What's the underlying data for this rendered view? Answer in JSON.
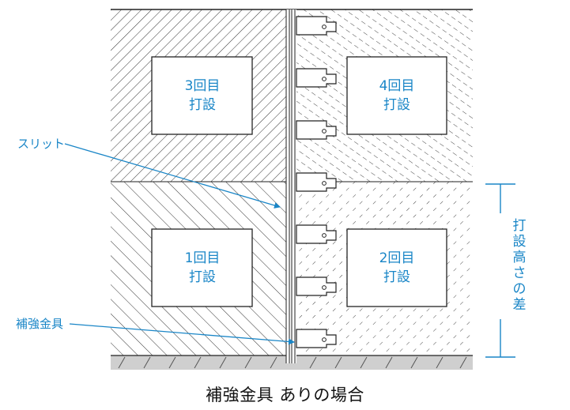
{
  "caption": "補強金具 ありの場合",
  "blocks": [
    {
      "line1": "3回目",
      "line2": "打設"
    },
    {
      "line1": "4回目",
      "line2": "打設"
    },
    {
      "line1": "1回目",
      "line2": "打設"
    },
    {
      "line1": "2回目",
      "line2": "打設"
    }
  ],
  "callouts": {
    "slit": "スリット",
    "bracket": "補強金具"
  },
  "height_label": "打設高さの差",
  "colors": {
    "accent": "#1a86c7",
    "line": "#222222",
    "ground": "#cfcfcf"
  }
}
